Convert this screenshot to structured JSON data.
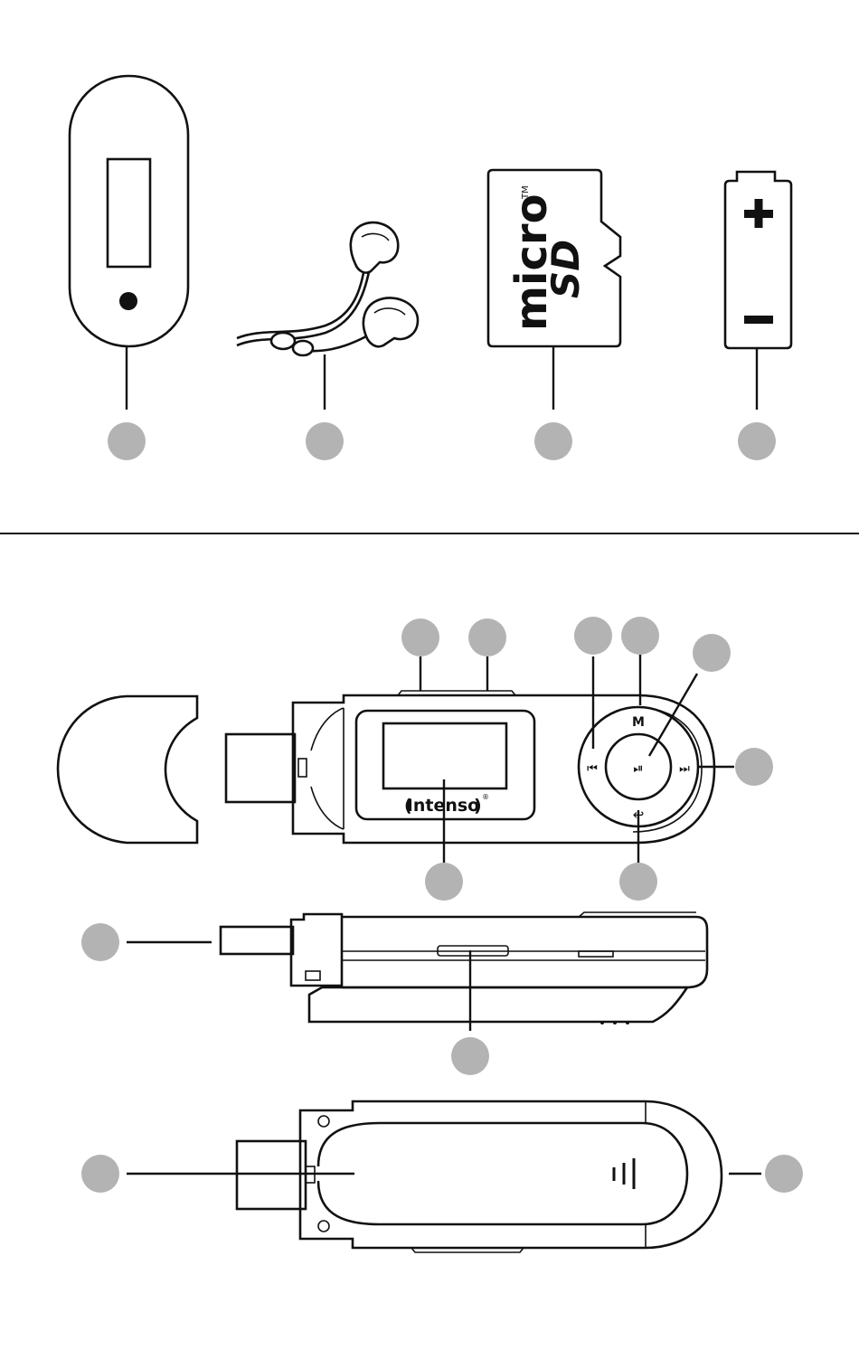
{
  "brand_label": "Intenso",
  "registered_mark": "®",
  "microsd_logo": {
    "text": "micro",
    "subtext": "SD",
    "trademark": "TM"
  },
  "battery_symbols": {
    "plus": "+",
    "minus": "−"
  },
  "player_buttons": {
    "menu": "M",
    "previous": "⏮",
    "play_pause": "⏯",
    "next": "⏭",
    "back": "↩"
  },
  "icons": {
    "player-front-icon": "mp3-player",
    "earphones-icon": "earphones",
    "microsd-card-icon": "microsd-card",
    "battery-icon": "aaa-battery"
  }
}
